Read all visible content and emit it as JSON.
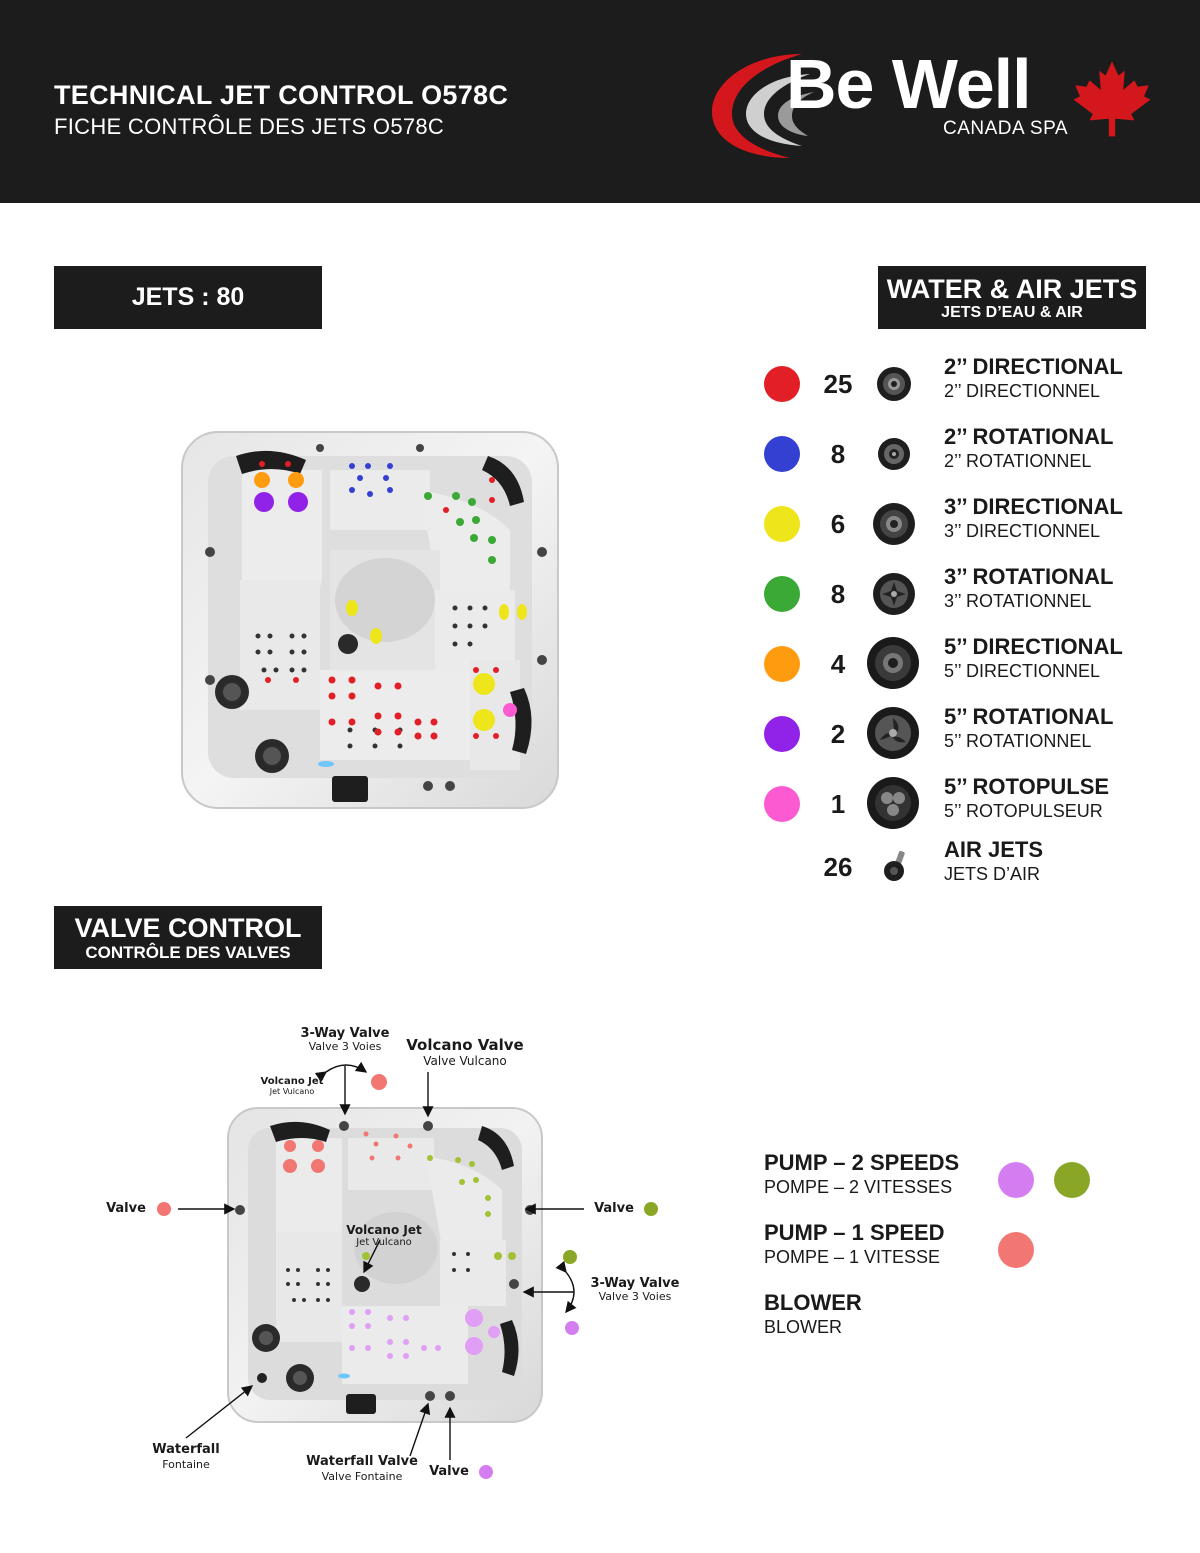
{
  "header": {
    "title": "TECHNICAL JET CONTROL O578C",
    "subtitle": "FICHE CONTRÔLE DES JETS O578C",
    "logo_text": "Be Well",
    "logo_sub": "CANADA SPA"
  },
  "jets_total": "JETS : 80",
  "water_air": {
    "title": "WATER & AIR JETS",
    "subtitle": "JETS D’EAU & AIR"
  },
  "jet_types": [
    {
      "color": "#e21f26",
      "count": "25",
      "en": "2’’ DIRECTIONAL",
      "fr": "2’’ DIRECTIONNEL",
      "icon": "jet-2in-directional-icon"
    },
    {
      "color": "#3340d1",
      "count": "8",
      "en": "2’’ ROTATIONAL",
      "fr": "2’’ ROTATIONNEL",
      "icon": "jet-2in-rotational-icon"
    },
    {
      "color": "#efe51b",
      "count": "6",
      "en": "3’’ DIRECTIONAL",
      "fr": "3’’ DIRECTIONNEL",
      "icon": "jet-3in-directional-icon"
    },
    {
      "color": "#3aa935",
      "count": "8",
      "en": "3’’ ROTATIONAL",
      "fr": "3’’ ROTATIONNEL",
      "icon": "jet-3in-rotational-icon"
    },
    {
      "color": "#ff9b0f",
      "count": "4",
      "en": "5’’ DIRECTIONAL",
      "fr": "5’’ DIRECTIONNEL",
      "icon": "jet-5in-directional-icon"
    },
    {
      "color": "#9123e8",
      "count": "2",
      "en": "5’’ ROTATIONAL",
      "fr": "5’’ ROTATIONNEL",
      "icon": "jet-5in-rotational-icon"
    },
    {
      "color": "#fb5ad1",
      "count": "1",
      "en": "5’’ ROTOPULSE",
      "fr": "5’’ ROTOPULSEUR",
      "icon": "jet-5in-rotopulse-icon"
    },
    {
      "color": "",
      "count": "26",
      "en": "AIR JETS",
      "fr": "JETS D’AIR",
      "icon": "air-jet-icon"
    }
  ],
  "valve_control": {
    "title": "VALVE CONTROL",
    "subtitle": "CONTRÔLE DES VALVES"
  },
  "pumps": [
    {
      "en": "PUMP – 2 SPEEDS",
      "fr": "POMPE – 2 VITESSES",
      "colors": [
        "#d47df0",
        "#8aa627"
      ]
    },
    {
      "en": "PUMP – 1 SPEED",
      "fr": "POMPE – 1 VITESSE",
      "colors": [
        "#f27672"
      ]
    },
    {
      "en": "BLOWER",
      "fr": "BLOWER",
      "colors": []
    }
  ],
  "diagram_labels": {
    "three_way_top": {
      "en": "3-Way Valve",
      "fr": "Valve 3 Voies"
    },
    "volcano_valve": {
      "en": "Volcano Valve",
      "fr": "Valve Vulcano"
    },
    "volcano_jet_top": {
      "en": "Volcano Jet",
      "fr": "Jet Vulcano"
    },
    "valve_left": "Valve",
    "valve_right": "Valve",
    "volcano_jet_center": {
      "en": "Volcano Jet",
      "fr": "Jet Vulcano"
    },
    "three_way_right": {
      "en": "3-Way Valve",
      "fr": "Valve 3 Voies"
    },
    "waterfall": {
      "en": "Waterfall",
      "fr": "Fontaine"
    },
    "waterfall_valve": {
      "en": "Waterfall Valve",
      "fr": "Valve Fontaine"
    },
    "valve_bottom": "Valve"
  },
  "colors": {
    "header_bg": "#1c1c1c",
    "valve_red": "#f27672",
    "valve_green": "#8aa627",
    "valve_purple": "#d47df0",
    "logo_red": "#d4171c"
  }
}
